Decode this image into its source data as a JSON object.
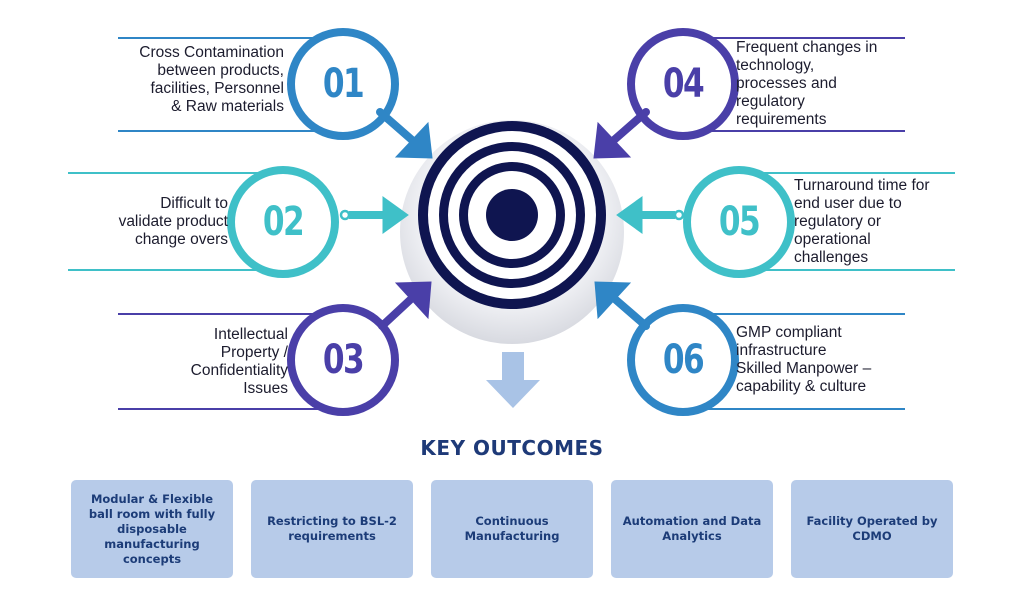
{
  "challenges": [
    {
      "number": "01",
      "text": [
        "Cross Contamination",
        "between products,",
        "facilities, Personnel",
        "& Raw materials"
      ]
    },
    {
      "number": "02",
      "text": [
        "Difficult to",
        "validate product",
        "change overs"
      ]
    },
    {
      "number": "03",
      "text": [
        "Intellectual",
        "Property /",
        "Confidentiality",
        "Issues"
      ]
    },
    {
      "number": "04",
      "text": [
        "Frequent changes in",
        "technology,",
        "processes and",
        "regulatory",
        "requirements"
      ]
    },
    {
      "number": "05",
      "text": [
        "Turnaround time for",
        "end user due to",
        "regulatory or",
        "operational",
        "challenges"
      ]
    },
    {
      "number": "06",
      "text": [
        "GMP compliant",
        "infrastructure",
        "Skilled Manpower –",
        "capability & culture"
      ]
    }
  ],
  "key_outcomes": {
    "title": "KEY OUTCOMES",
    "items": [
      "Modular & Flexible ball room with fully disposable manufacturing concepts",
      "Restricting to BSL-2 requirements",
      "Continuous Manufacturing",
      "Automation and Data Analytics",
      "Facility Operated by CDMO"
    ]
  },
  "colors": {
    "c01": "#2f86c6",
    "c02": "#3fc0c8",
    "c03": "#4a3fa8",
    "c04": "#4a3fa8",
    "c05": "#3fc0c8",
    "c06": "#2f86c6",
    "target_dark": "#0f1550",
    "outcome_box": "#b7cbe9",
    "outcome_text": "#1c3c78",
    "down_arrow": "#a9c3e6"
  }
}
